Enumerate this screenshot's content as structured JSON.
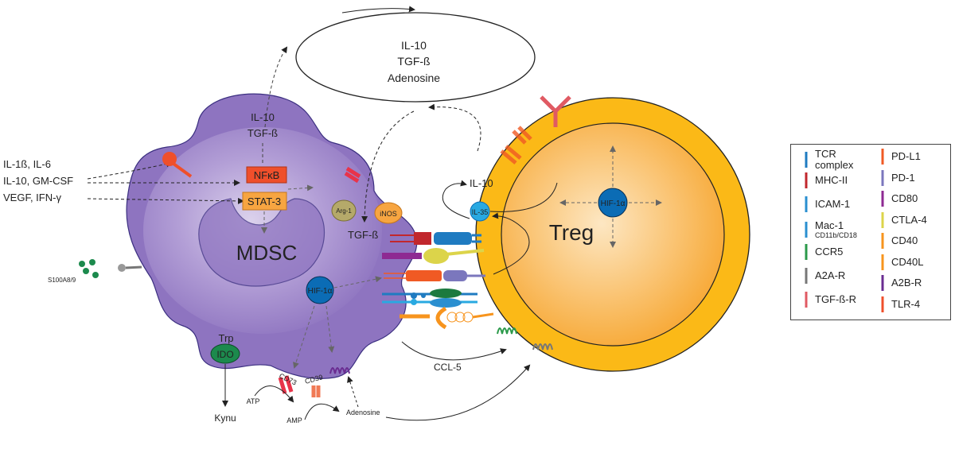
{
  "inputs": {
    "line1": "IL-1ß, IL-6",
    "line2": "IL-10, GM-CSF",
    "line3": "VEGF, IFN-γ",
    "s100": "S100A8/9"
  },
  "cloud": {
    "l1": "IL-10",
    "l2": "TGF-ß",
    "l3": "Adenosine"
  },
  "mdsc": {
    "name": "MDSC",
    "secreted1": "IL-10",
    "secreted2": "TGF-ß",
    "nfkb": "NFκB",
    "stat3": "STAT-3",
    "arg1": "Arg-1",
    "inos": "iNOS",
    "tgfb": "TGF-ß",
    "hif": "HIF-1α",
    "trp": "Trp",
    "ido": "IDO",
    "kynu": "Kynu",
    "cd73": "CD73",
    "cd39": "CD39",
    "atp": "ATP",
    "amp": "AMP",
    "adenosine": "Adenosine",
    "ccl5": "CCL-5"
  },
  "treg": {
    "name": "Treg",
    "hif": "HIF-1α",
    "il35": "IL-35",
    "il10": "IL-10"
  },
  "colors": {
    "mdsc": "#8e74c0",
    "treg": "#fbb917",
    "nfkb": "#ef4f2b",
    "stat3": "#f7a541",
    "hif": "#0b6cb5",
    "ido": "#1c8a4d"
  },
  "legend": {
    "left": [
      {
        "label": "TCR complex",
        "icon": "tcr-icon",
        "color": "#1f7bc1"
      },
      {
        "label": "MHC-II",
        "icon": "mhc-icon",
        "color": "#c1272d"
      },
      {
        "label": "ICAM-1",
        "icon": "icam-icon",
        "color": "#2a8fd0"
      },
      {
        "label": "Mac-1",
        "sub": "CD11b/CD18",
        "icon": "mac1-icon",
        "color": "#2a8fd0"
      },
      {
        "label": "CCR5",
        "icon": "ccr5-icon",
        "color": "#2b9a4a"
      },
      {
        "label": "A2A-R",
        "icon": "a2a-icon",
        "color": "#777777"
      },
      {
        "label": "TGF-ß-R",
        "icon": "tgfbr-icon",
        "color": "#e05a63"
      }
    ],
    "right": [
      {
        "label": "PD-L1",
        "icon": "pdl1-icon",
        "color": "#f05a24"
      },
      {
        "label": "PD-1",
        "icon": "pd1-icon",
        "color": "#7b77bd"
      },
      {
        "label": "CD80",
        "icon": "cd80-icon",
        "color": "#8e2a92"
      },
      {
        "label": "CTLA-4",
        "icon": "ctla4-icon",
        "color": "#dcd44a"
      },
      {
        "label": "CD40",
        "icon": "cd40-icon",
        "color": "#f7941d"
      },
      {
        "label": "CD40L",
        "icon": "cd40l-icon",
        "color": "#f7941d"
      },
      {
        "label": "A2B-R",
        "icon": "a2b-icon",
        "color": "#6a2c91"
      },
      {
        "label": "TLR-4",
        "icon": "tlr4-icon",
        "color": "#ef4f2b"
      }
    ]
  }
}
